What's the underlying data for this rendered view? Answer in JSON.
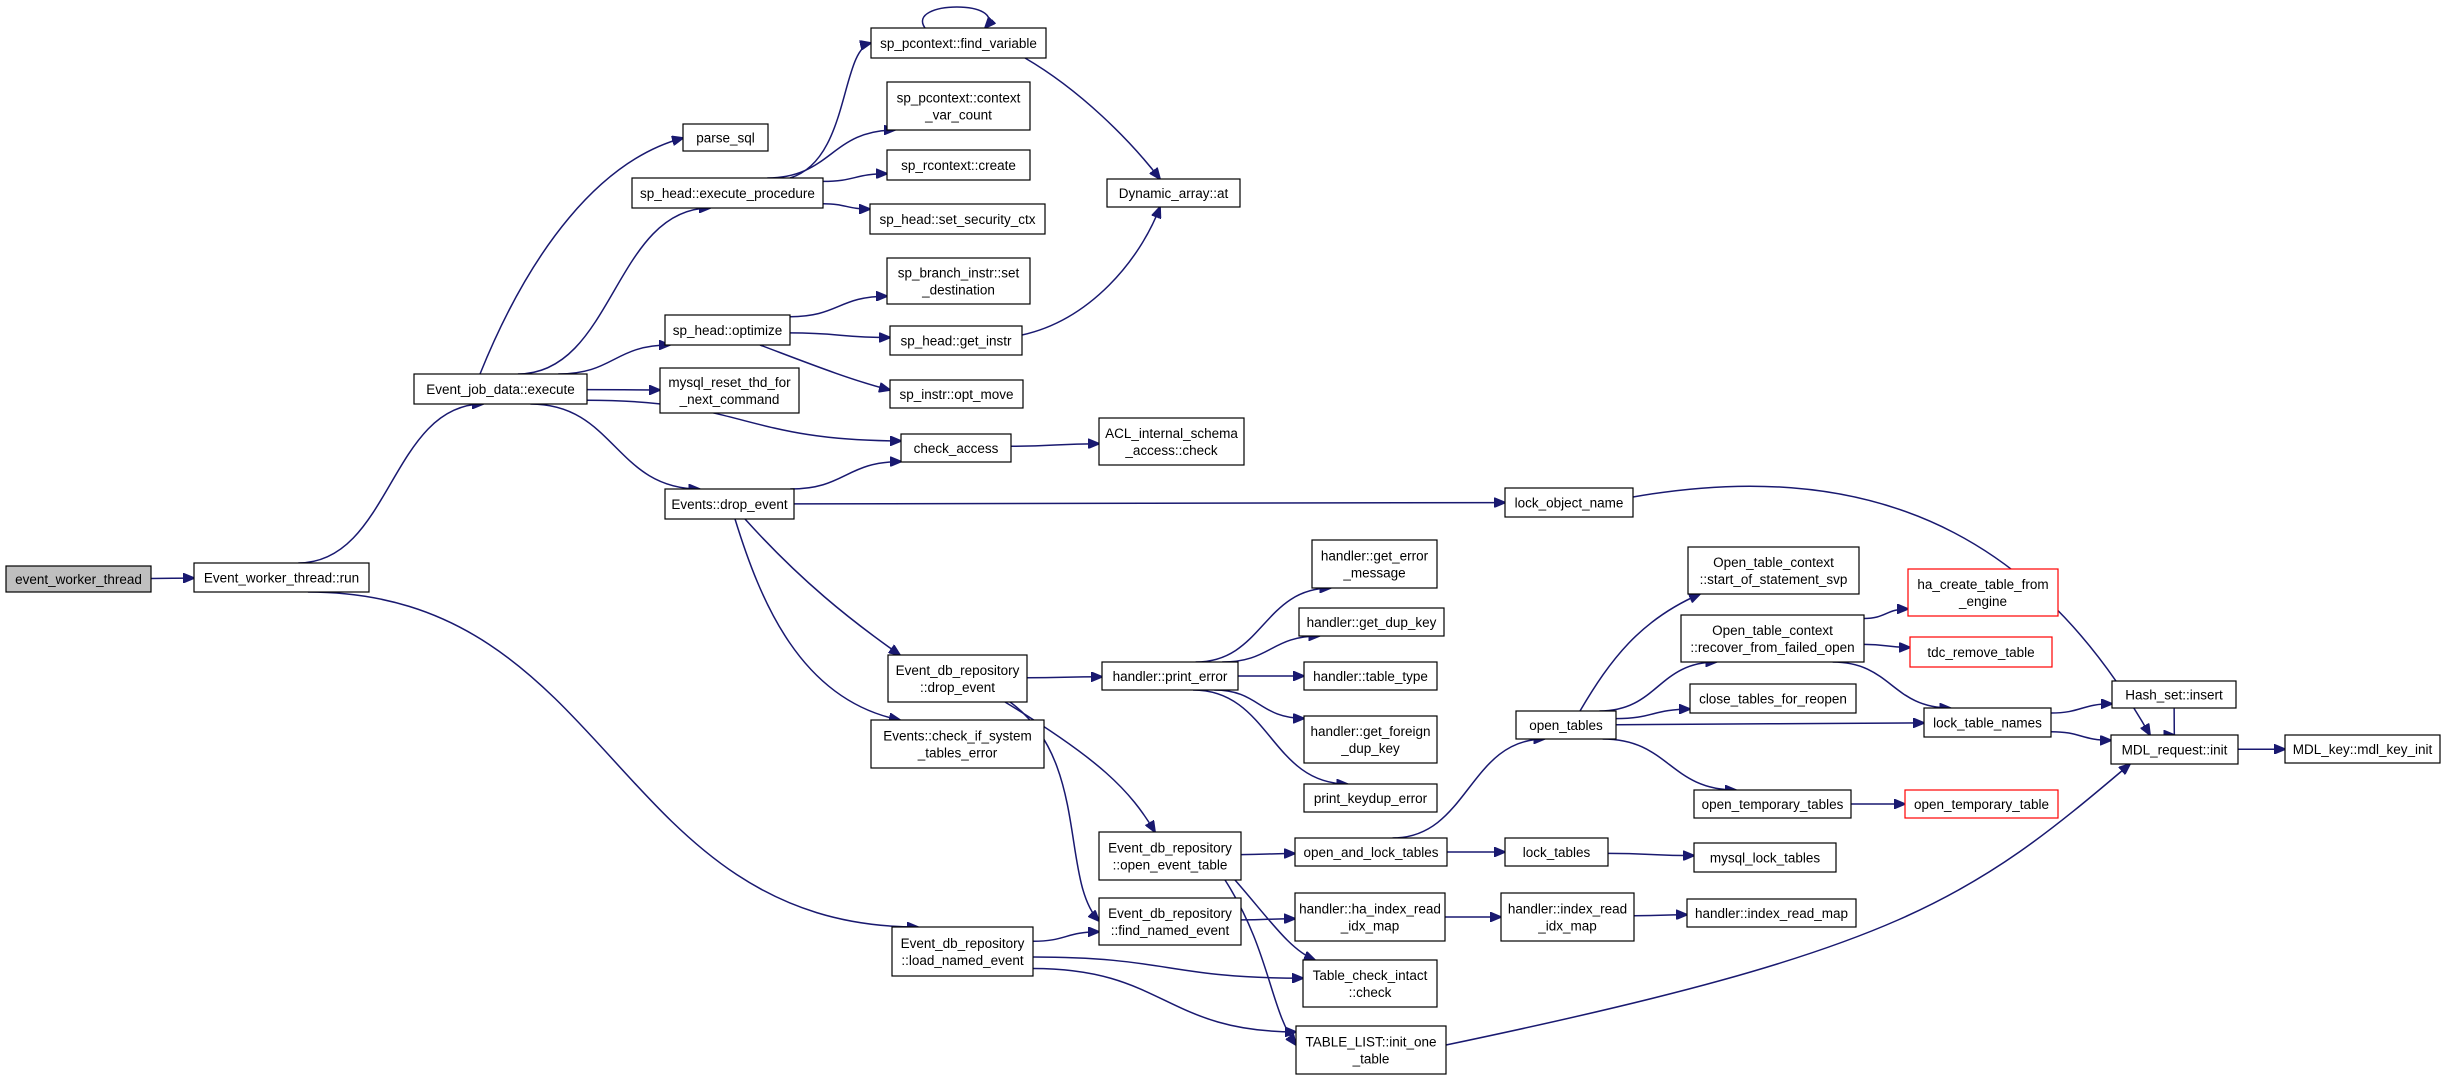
{
  "graph": {
    "nodes": [
      {
        "id": "ewt",
        "lines": [
          "event_worker_thread"
        ],
        "root": true
      },
      {
        "id": "ewtr",
        "lines": [
          "Event_worker_thread::run"
        ]
      },
      {
        "id": "ejde",
        "lines": [
          "Event_job_data::execute"
        ]
      },
      {
        "id": "ldlne",
        "lines": [
          "Event_db_repository",
          "::load_named_event"
        ]
      },
      {
        "id": "psql",
        "lines": [
          "parse_sql"
        ]
      },
      {
        "id": "sphep",
        "lines": [
          "sp_head::execute_procedure"
        ]
      },
      {
        "id": "spho",
        "lines": [
          "sp_head::optimize"
        ]
      },
      {
        "id": "mrtd",
        "lines": [
          "mysql_reset_thd_for",
          "_next_command"
        ]
      },
      {
        "id": "ca",
        "lines": [
          "check_access"
        ]
      },
      {
        "id": "ede",
        "lines": [
          "Events::drop_event"
        ]
      },
      {
        "id": "spfv",
        "lines": [
          "sp_pcontext::find_variable"
        ]
      },
      {
        "id": "spcvc",
        "lines": [
          "sp_pcontext::context",
          "_var_count"
        ]
      },
      {
        "id": "sprc",
        "lines": [
          "sp_rcontext::create"
        ]
      },
      {
        "id": "sphssc",
        "lines": [
          "sp_head::set_security_ctx"
        ]
      },
      {
        "id": "dyat",
        "lines": [
          "Dynamic_array::at"
        ]
      },
      {
        "id": "spbi",
        "lines": [
          "sp_branch_instr::set",
          "_destination"
        ]
      },
      {
        "id": "sphgi",
        "lines": [
          "sp_head::get_instr"
        ]
      },
      {
        "id": "spiom",
        "lines": [
          "sp_instr::opt_move"
        ]
      },
      {
        "id": "acl",
        "lines": [
          "ACL_internal_schema",
          "_access::check"
        ]
      },
      {
        "id": "lon",
        "lines": [
          "lock_object_name"
        ]
      },
      {
        "id": "edrde",
        "lines": [
          "Event_db_repository",
          "::drop_event"
        ]
      },
      {
        "id": "ecist",
        "lines": [
          "Events::check_if_system",
          "_tables_error"
        ]
      },
      {
        "id": "hpe",
        "lines": [
          "handler::print_error"
        ]
      },
      {
        "id": "hgem",
        "lines": [
          "handler::get_error",
          "_message"
        ]
      },
      {
        "id": "hgdk",
        "lines": [
          "handler::get_dup_key"
        ]
      },
      {
        "id": "htt",
        "lines": [
          "handler::table_type"
        ]
      },
      {
        "id": "hgfdk",
        "lines": [
          "handler::get_foreign",
          "_dup_key"
        ]
      },
      {
        "id": "pke",
        "lines": [
          "print_keydup_error"
        ]
      },
      {
        "id": "edroet",
        "lines": [
          "Event_db_repository",
          "::open_event_table"
        ]
      },
      {
        "id": "edrfne",
        "lines": [
          "Event_db_repository",
          "::find_named_event"
        ]
      },
      {
        "id": "oalt",
        "lines": [
          "open_and_lock_tables"
        ]
      },
      {
        "id": "hiri",
        "lines": [
          "handler::ha_index_read",
          "_idx_map"
        ]
      },
      {
        "id": "tci",
        "lines": [
          "Table_check_intact",
          "::check"
        ]
      },
      {
        "id": "tlio",
        "lines": [
          "TABLE_LIST::init_one",
          "_table"
        ]
      },
      {
        "id": "ot",
        "lines": [
          "open_tables"
        ]
      },
      {
        "id": "lt",
        "lines": [
          "lock_tables"
        ]
      },
      {
        "id": "hir",
        "lines": [
          "handler::index_read",
          "_idx_map"
        ]
      },
      {
        "id": "mlt",
        "lines": [
          "mysql_lock_tables"
        ]
      },
      {
        "id": "hirm",
        "lines": [
          "handler::index_read_map"
        ]
      },
      {
        "id": "otcs",
        "lines": [
          "Open_table_context",
          "::start_of_statement_svp"
        ]
      },
      {
        "id": "otcr",
        "lines": [
          "Open_table_context",
          "::recover_from_failed_open"
        ]
      },
      {
        "id": "ctfr",
        "lines": [
          "close_tables_for_reopen"
        ]
      },
      {
        "id": "ott",
        "lines": [
          "open_temporary_tables"
        ]
      },
      {
        "id": "hctf",
        "lines": [
          "ha_create_table_from",
          "_engine"
        ],
        "red": true
      },
      {
        "id": "tdcrt",
        "lines": [
          "tdc_remove_table"
        ],
        "red": true
      },
      {
        "id": "otmp",
        "lines": [
          "open_temporary_table"
        ],
        "red": true
      },
      {
        "id": "ltn",
        "lines": [
          "lock_table_names"
        ]
      },
      {
        "id": "hsi",
        "lines": [
          "Hash_set::insert"
        ]
      },
      {
        "id": "mdlri",
        "lines": [
          "MDL_request::init"
        ]
      },
      {
        "id": "mdlk",
        "lines": [
          "MDL_key::mdl_key_init"
        ]
      }
    ],
    "edges": [
      [
        "ewt",
        "ewtr"
      ],
      [
        "ewtr",
        "ejde"
      ],
      [
        "ewtr",
        "ldlne"
      ],
      [
        "ejde",
        "psql"
      ],
      [
        "ejde",
        "sphep"
      ],
      [
        "ejde",
        "spho"
      ],
      [
        "ejde",
        "mrtd"
      ],
      [
        "ejde",
        "ca"
      ],
      [
        "ejde",
        "ede"
      ],
      [
        "sphep",
        "spfv"
      ],
      [
        "sphep",
        "spcvc"
      ],
      [
        "sphep",
        "sprc"
      ],
      [
        "sphep",
        "sphssc"
      ],
      [
        "spfv",
        "spfv"
      ],
      [
        "spfv",
        "dyat"
      ],
      [
        "spho",
        "spbi"
      ],
      [
        "spho",
        "sphgi"
      ],
      [
        "spho",
        "spiom"
      ],
      [
        "sphgi",
        "dyat"
      ],
      [
        "ca",
        "acl"
      ],
      [
        "ede",
        "ca"
      ],
      [
        "ede",
        "lon"
      ],
      [
        "ede",
        "edrde"
      ],
      [
        "ede",
        "ecist"
      ],
      [
        "lon",
        "mdlri"
      ],
      [
        "edrde",
        "hpe"
      ],
      [
        "edrde",
        "edroet"
      ],
      [
        "edrde",
        "edrfne"
      ],
      [
        "hpe",
        "hgem"
      ],
      [
        "hpe",
        "hgdk"
      ],
      [
        "hpe",
        "htt"
      ],
      [
        "hpe",
        "hgfdk"
      ],
      [
        "hpe",
        "pke"
      ],
      [
        "edroet",
        "oalt"
      ],
      [
        "edroet",
        "tci"
      ],
      [
        "edroet",
        "tlio"
      ],
      [
        "ldlne",
        "edrfne"
      ],
      [
        "ldlne",
        "tci"
      ],
      [
        "ldlne",
        "tlio"
      ],
      [
        "edrfne",
        "hiri"
      ],
      [
        "oalt",
        "ot"
      ],
      [
        "oalt",
        "lt"
      ],
      [
        "hiri",
        "hir"
      ],
      [
        "hir",
        "hirm"
      ],
      [
        "lt",
        "mlt"
      ],
      [
        "ot",
        "otcs"
      ],
      [
        "ot",
        "otcr"
      ],
      [
        "ot",
        "ctfr"
      ],
      [
        "ot",
        "ltn"
      ],
      [
        "ot",
        "ott"
      ],
      [
        "otcr",
        "hctf"
      ],
      [
        "otcr",
        "tdcrt"
      ],
      [
        "otcr",
        "ltn"
      ],
      [
        "ott",
        "otmp"
      ],
      [
        "ltn",
        "hsi"
      ],
      [
        "ltn",
        "mdlri"
      ],
      [
        "hsi",
        "mdlri"
      ],
      [
        "tlio",
        "mdlri"
      ],
      [
        "mdlri",
        "mdlk"
      ]
    ]
  },
  "colors": {
    "edge": "#191970",
    "root_fill": "#bfbfbf",
    "missing_node_border": "#ff0000",
    "node_border": "#000000"
  }
}
